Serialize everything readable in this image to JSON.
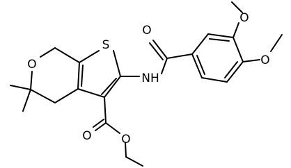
{
  "molecule": {
    "atom_labels": {
      "thiophene_sulfur": "S",
      "ring_oxygen": "O",
      "amide_nitrogen": "NH",
      "amide_carbonyl_oxygen": "O",
      "methoxy_oxygen_top": "O",
      "methoxy_oxygen_right": "O",
      "ester_carbonyl_oxygen": "O",
      "ester_oxygen": "O"
    },
    "colors": {
      "bonds": "#000000",
      "labels": "#000000",
      "background": "#ffffff"
    }
  }
}
